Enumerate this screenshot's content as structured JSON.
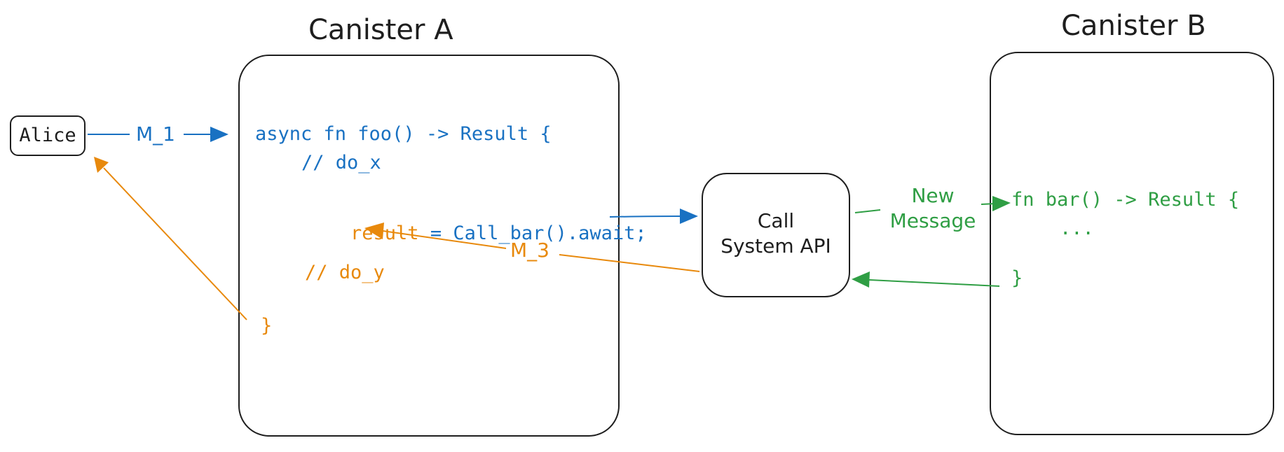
{
  "canister_a": {
    "title": "Canister A"
  },
  "canister_b": {
    "title": "Canister B"
  },
  "alice": {
    "label": "Alice"
  },
  "system_api": {
    "line1": "Call",
    "line2": "System API"
  },
  "messages": {
    "m1": "M_1",
    "m3": "M_3",
    "new_message_line1": "New",
    "new_message_line2": "Message"
  },
  "code_a": {
    "signature": "async fn foo() -> Result {",
    "comment_x": "// do_x",
    "result_var": "result",
    "result_rest": " = Call_bar().await;",
    "comment_y": "// do_y",
    "close": "}"
  },
  "code_b": {
    "signature": "fn bar() -> Result {",
    "body": "...",
    "close": "}"
  },
  "colors": {
    "blue": "#1971c2",
    "orange": "#e8890c",
    "green": "#2f9e44",
    "stroke": "#1e1e1e"
  }
}
